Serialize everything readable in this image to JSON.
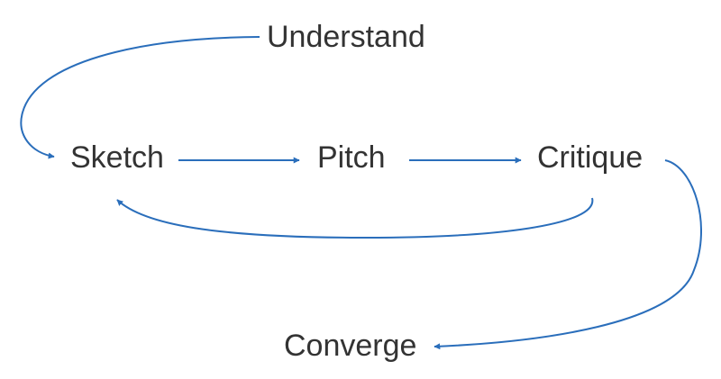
{
  "colors": {
    "edge": "#2a6ebb",
    "text": "#333333",
    "background": "#ffffff"
  },
  "nodes": {
    "understand": "Understand",
    "sketch": "Sketch",
    "pitch": "Pitch",
    "critique": "Critique",
    "converge": "Converge"
  },
  "edges": [
    {
      "from": "understand",
      "to": "sketch"
    },
    {
      "from": "sketch",
      "to": "pitch"
    },
    {
      "from": "pitch",
      "to": "critique"
    },
    {
      "from": "critique",
      "to": "sketch"
    },
    {
      "from": "critique",
      "to": "converge"
    }
  ]
}
